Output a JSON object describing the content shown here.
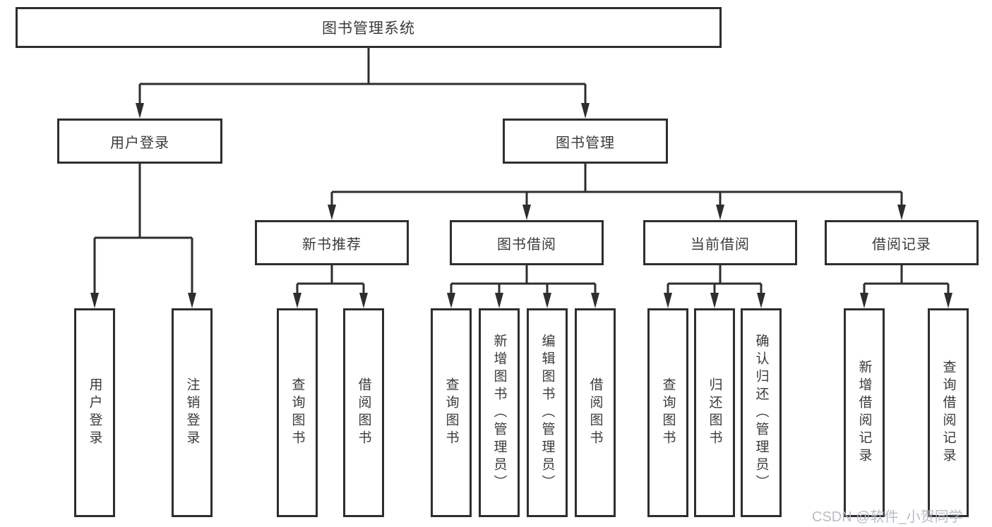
{
  "colors": {
    "line": "#2e2e2e",
    "text": "#3b3b3b",
    "box-bg": "#ffffff",
    "watermark": "#b4bac1"
  },
  "diagram": {
    "root": {
      "label": "图书管理系统"
    },
    "level2": [
      {
        "label": "用户登录"
      },
      {
        "label": "图书管理"
      }
    ],
    "level3": [
      {
        "label": "新书推荐",
        "parent": "图书管理"
      },
      {
        "label": "图书借阅",
        "parent": "图书管理"
      },
      {
        "label": "当前借阅",
        "parent": "图书管理"
      },
      {
        "label": "借阅记录",
        "parent": "图书管理"
      }
    ],
    "leaves": [
      {
        "label": "用户登录",
        "parent": "用户登录"
      },
      {
        "label": "注销登录",
        "parent": "用户登录"
      },
      {
        "label": "查询图书",
        "parent": "新书推荐"
      },
      {
        "label": "借阅图书",
        "parent": "新书推荐"
      },
      {
        "label": "查询图书",
        "parent": "图书借阅"
      },
      {
        "label": "新增图书（管理员）",
        "parent": "图书借阅"
      },
      {
        "label": "编辑图书（管理员）",
        "parent": "图书借阅"
      },
      {
        "label": "借阅图书",
        "parent": "图书借阅"
      },
      {
        "label": "查询图书",
        "parent": "当前借阅"
      },
      {
        "label": "归还图书",
        "parent": "当前借阅"
      },
      {
        "label": "确认归还（管理员）",
        "parent": "当前借阅"
      },
      {
        "label": "新增借阅记录",
        "parent": "借阅记录"
      },
      {
        "label": "查询借阅记录",
        "parent": "借阅记录"
      }
    ]
  },
  "watermark": {
    "text": "CSDN @软件_小贺同学"
  }
}
